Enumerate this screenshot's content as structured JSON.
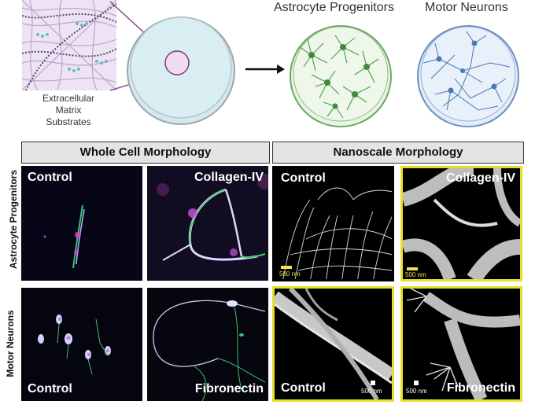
{
  "top": {
    "ecm_label": "Extracellular Matrix Substrates",
    "ecm_lines": [
      "Extracellular",
      "Matrix",
      "Substrates"
    ],
    "astro_title": "Astrocyte Progenitors",
    "motor_title": "Motor Neurons"
  },
  "headers": {
    "whole": "Whole Cell Morphology",
    "nano": "Nanoscale Morphology"
  },
  "rows": {
    "astro": "Astrocyte Progenitors",
    "motor": "Motor Neurons"
  },
  "panels": {
    "a1": "Control",
    "a2": "Collagen-IV",
    "a3": "Control",
    "a4": "Collagen-IV",
    "m1": "Control",
    "m2": "Fibronectin",
    "m3": "Control",
    "m4": "Fibronectin"
  },
  "scale_bars": {
    "a3": "500 nm",
    "a4": "500 nm",
    "m3": "500 nm",
    "m4": "500 nm"
  },
  "colors": {
    "astro_green": "#4f9a4a",
    "motor_blue": "#4a77b8",
    "dish_fill": "#d7ecf2",
    "frame_yellow": "#e9dd2c"
  }
}
